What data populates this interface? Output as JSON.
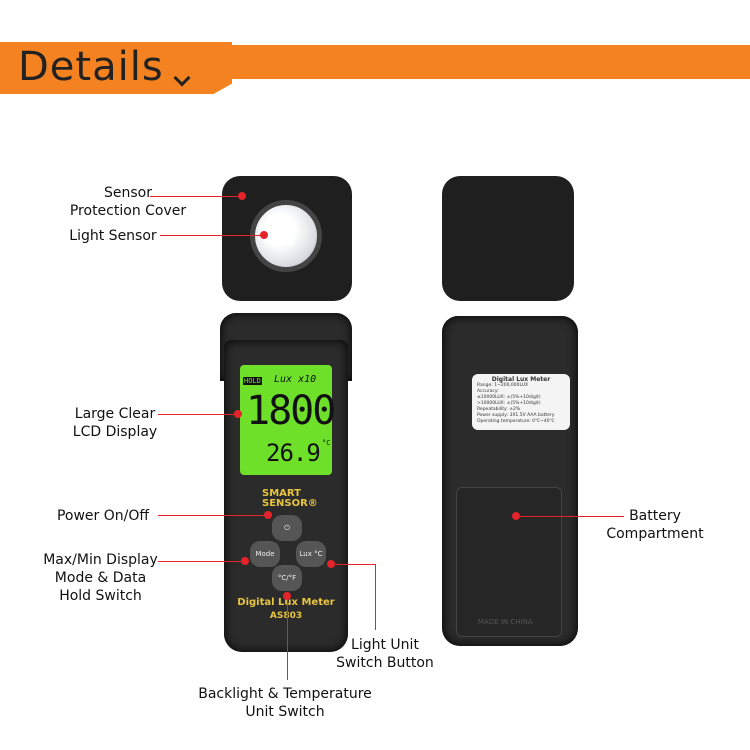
{
  "header": {
    "title": "Details"
  },
  "labels": {
    "sensor_cover": "Sensor\nProtection Cover",
    "light_sensor": "Light Sensor",
    "lcd": "Large Clear\nLCD Display",
    "power": "Power On/Off",
    "maxmin": "Max/Min Display\nMode & Data\nHold Switch",
    "backlight": "Backlight & Temperature\nUnit Switch",
    "light_unit": "Light Unit\nSwitch Button",
    "battery": "Battery\nCompartment"
  },
  "device": {
    "brand": "SMART SENSOR®",
    "model_name": "Digital Lux Meter",
    "model": "AS803",
    "lcd": {
      "hold": "HOLD",
      "unit": "Lux x10",
      "reading": "1800",
      "temp": "26.9",
      "temp_unit": "°C"
    },
    "buttons": {
      "mode": "Mode",
      "lux": "Lux °C",
      "cf": "°C/°F"
    },
    "sticker": {
      "title": "Digital Lux Meter",
      "lines": [
        "Range: 1~200,000LUX",
        "Accuracy:",
        "≤10000LUX: ±(5%+10digit)",
        ">10000LUX: ±(5%+10digit)",
        "Repeatability: ±2%",
        "Power supply: 3X1.5V AAA battery",
        "Operating temperature: 0℃~40℃"
      ]
    },
    "back_text": "MADE IN CHINA"
  },
  "colors": {
    "accent": "#f58220",
    "callout": "#e3242b",
    "lcd": "#6ee02a"
  }
}
